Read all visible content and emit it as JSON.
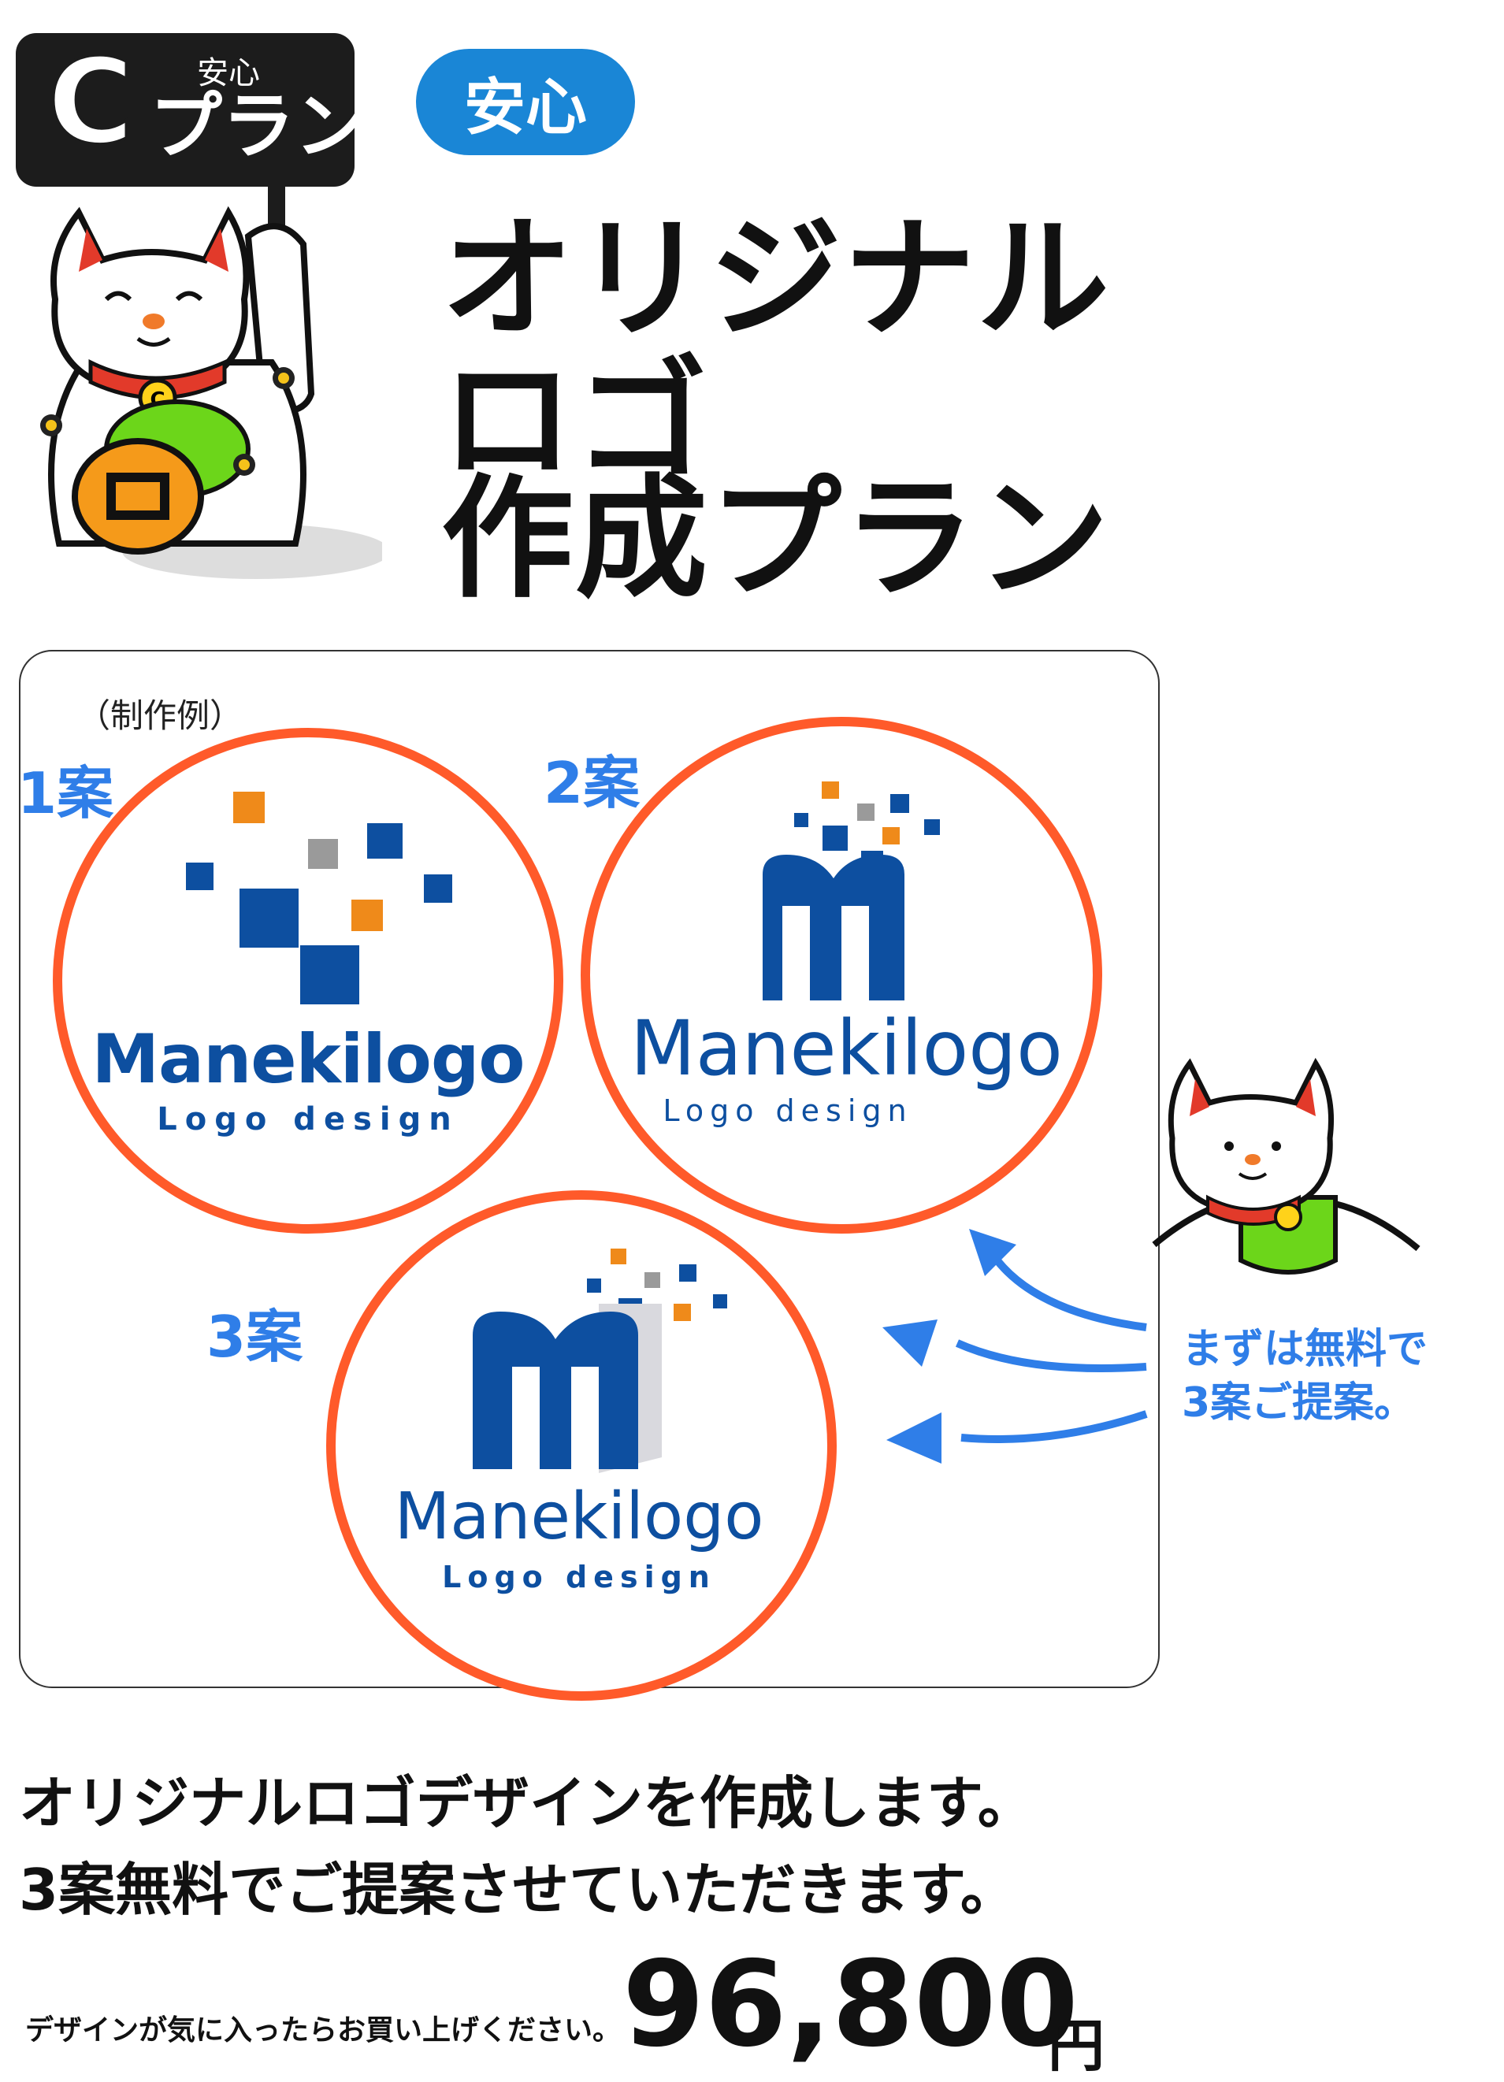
{
  "header": {
    "plan_letter": "C",
    "plan_sub": "安心",
    "plan_word": "プラン",
    "anshin_pill": "安心",
    "title_lines": [
      "オリジナル",
      "ロゴ",
      "作成プラン"
    ]
  },
  "examples": {
    "label": "（制作例）",
    "cases": [
      {
        "label": "1案",
        "brand": "Manekilogo",
        "tagline": "Logo design"
      },
      {
        "label": "2案",
        "brand": "Manekilogo",
        "tagline": "Logo design"
      },
      {
        "label": "3案",
        "brand": "Manekilogo",
        "tagline": "Logo design"
      }
    ]
  },
  "note": {
    "line1": "まずは無料で",
    "line2": "3案ご提案。"
  },
  "description": {
    "line1": "オリジナルロゴデザインを作成します。",
    "line2": "3案無料でご提案させていただきます。"
  },
  "footer": {
    "small_note": "デザインが気に入ったらお買い上げください。",
    "price": "96,800",
    "currency": "円"
  },
  "colors": {
    "accent_blue": "#2f7ee8",
    "circle_orange": "#ff5a2a",
    "logo_blue": "#0d4fa0",
    "pill_blue": "#1a86d6"
  }
}
